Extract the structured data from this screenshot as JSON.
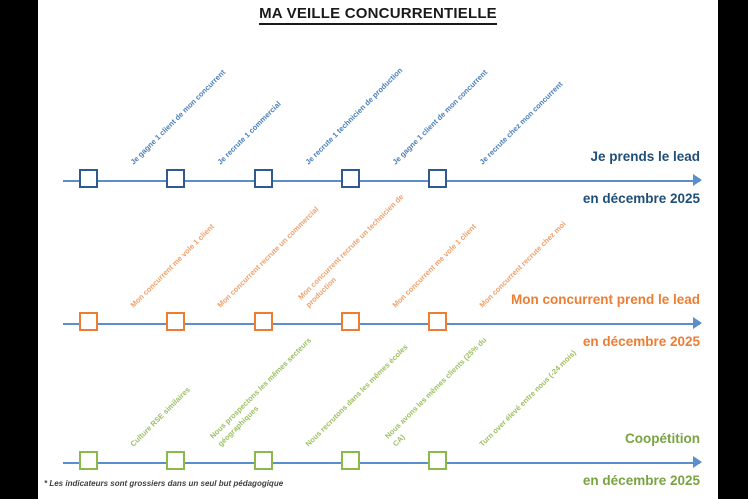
{
  "title": "MA VEILLE CONCURRENTIELLE",
  "footnote": "* Les indicateurs sont grossiers dans un seul but pédagogique",
  "colors": {
    "dark_blue": "#1f4e79",
    "label_blue": "#4a7ebb",
    "orange": "#ed7d31",
    "label_orange": "#f0a06a",
    "green": "#79a342",
    "label_green": "#9dbf63",
    "axis_blue": "#5b8fcc",
    "marker_blue_border": "#2e5a91"
  },
  "timelines": [
    {
      "id": "timeline-prends-le-lead",
      "heading_top": "Je prends le lead",
      "heading_bottom": "en décembre 2025",
      "milestones": [
        "Je gagne 1 client de mon concurrent",
        "Je recrute 1 commercial",
        "Je recrute 1 technicien de production",
        "Je gagne 1 client de mon concurrent",
        "Je recrute chez mon concurrent"
      ]
    },
    {
      "id": "timeline-concurrent-prend-le-lead",
      "heading_top": "Mon concurrent prend le lead",
      "heading_bottom": "en décembre 2025",
      "milestones": [
        "Mon concurrent me vole 1 client",
        "Mon concurrent recrute un commercial",
        "Mon concurrent recrute un technicien de production",
        "Mon concurrent me vole 1 client",
        "Mon concurrent recrute chez moi"
      ]
    },
    {
      "id": "timeline-coopetition",
      "heading_top": "Coopétition",
      "heading_bottom": "en décembre 2025",
      "milestones": [
        "Culture RSE similaires",
        "Nous prospectons les mêmes secteurs géographiques",
        "Nous recrutons dans les mêmes écoles",
        "Nous avons les mêmes clients (25% du CA)",
        "Turn over élevé entre nous (-24 mois)"
      ]
    }
  ]
}
